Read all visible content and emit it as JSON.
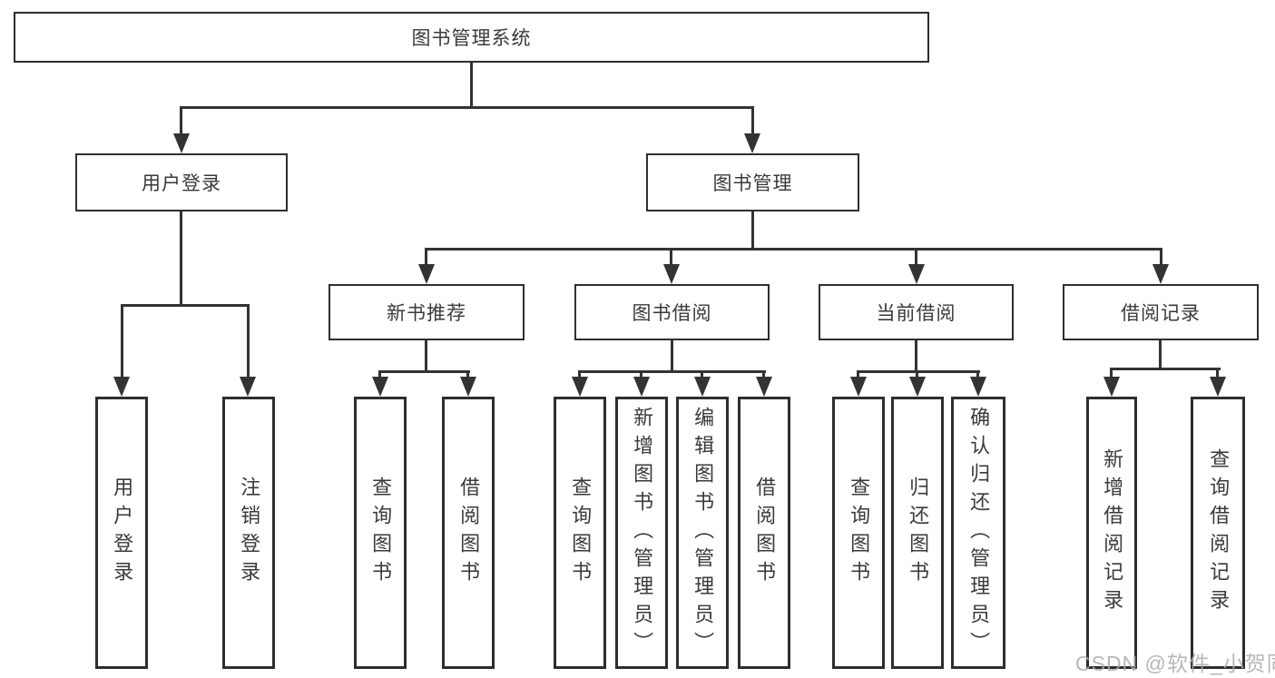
{
  "diagram": {
    "type": "hierarchy-tree",
    "title": "图书管理系统",
    "children": [
      {
        "label": "用户登录",
        "children": [
          {
            "label": "用户登录"
          },
          {
            "label": "注销登录"
          }
        ]
      },
      {
        "label": "图书管理",
        "children": [
          {
            "label": "新书推荐",
            "children": [
              {
                "label": "查询图书"
              },
              {
                "label": "借阅图书"
              }
            ]
          },
          {
            "label": "图书借阅",
            "children": [
              {
                "label": "查询图书"
              },
              {
                "label": "新增图书（管理员）"
              },
              {
                "label": "编辑图书（管理员）"
              },
              {
                "label": "借阅图书"
              }
            ]
          },
          {
            "label": "当前借阅",
            "children": [
              {
                "label": "查询图书"
              },
              {
                "label": "归还图书"
              },
              {
                "label": "确认归还（管理员）"
              }
            ]
          },
          {
            "label": "借阅记录",
            "children": [
              {
                "label": "新增借阅记录"
              },
              {
                "label": "查询借阅记录"
              }
            ]
          }
        ]
      }
    ]
  },
  "watermark": {
    "text": "CSDN @软件_小贺同学"
  },
  "colors": {
    "background": "#ffffff",
    "line": "#333333",
    "box_border": "#2e2e2e",
    "text": "#3a3a3a",
    "watermark": "#aaaaaa"
  }
}
